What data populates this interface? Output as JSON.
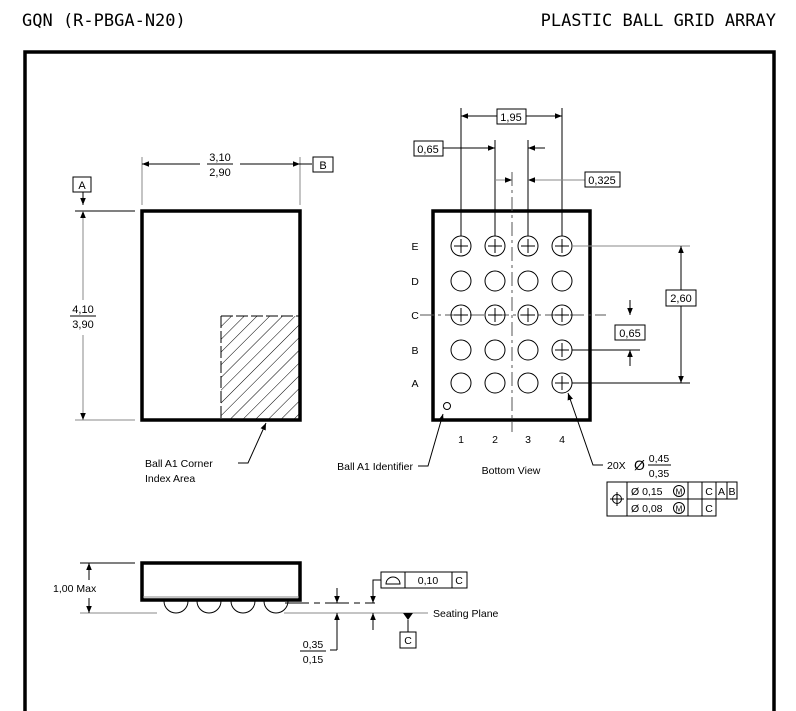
{
  "header": {
    "package_code": "GQN (R-PBGA-N20)",
    "package_type": "PLASTIC BALL GRID ARRAY"
  },
  "top_view": {
    "width_max": "3,10",
    "width_min": "2,90",
    "length_max": "4,10",
    "length_min": "3,90",
    "datum_a": "A",
    "datum_b": "B",
    "corner_label_line1": "Ball A1 Corner",
    "corner_label_line2": "Index Area"
  },
  "bottom_view": {
    "title": "Bottom View",
    "pitch_span": "1,95",
    "pitch": "0,65",
    "offset": "0,325",
    "row_span": "2,60",
    "row_pitch": "0,65",
    "rows": [
      "E",
      "D",
      "C",
      "B",
      "A"
    ],
    "columns": [
      "1",
      "2",
      "3",
      "4"
    ],
    "identifier_label": "Ball A1 Identifier",
    "ball_count": "20X",
    "ball_dia_symbol": "Ø",
    "ball_dia_max": "0,45",
    "ball_dia_min": "0,35",
    "tolerance_frame": {
      "row1": {
        "value": "Ø 0,15",
        "modifier": "M",
        "refs": [
          "C",
          "A",
          "B"
        ]
      },
      "row2": {
        "value": "Ø 0,08",
        "modifier": "M",
        "refs": [
          "C"
        ]
      }
    }
  },
  "side_view": {
    "height_label": "1,00 Max",
    "standoff_max": "0,35",
    "standoff_min": "0,15",
    "coplanarity_value": "0,10",
    "coplanarity_ref": "C",
    "seating_plane": "Seating Plane",
    "datum_c": "C"
  }
}
